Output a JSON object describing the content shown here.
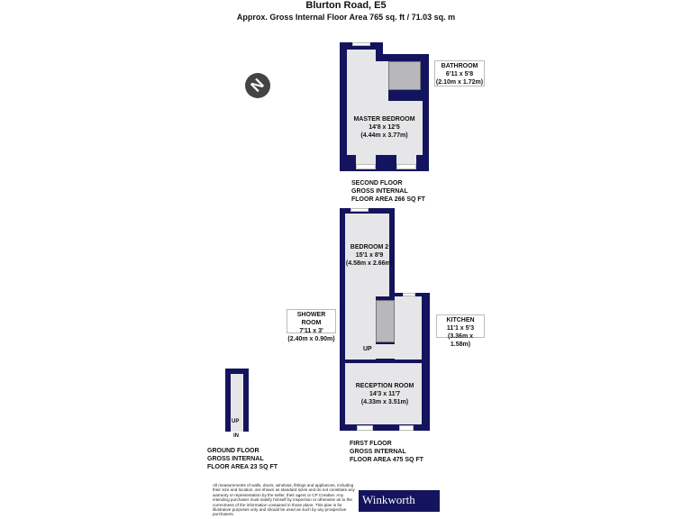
{
  "header": {
    "title": "Blurton Road, E5",
    "subtitle": "Approx. Gross Internal Floor Area 765 sq. ft / 71.03 sq. m"
  },
  "compass": {
    "icon": "north-compass-icon",
    "letter": "N"
  },
  "second_floor": {
    "label": [
      "SECOND FLOOR",
      "GROSS INTERNAL",
      "FLOOR AREA 266 SQ FT"
    ],
    "rooms": [
      {
        "name": "MASTER BEDROOM",
        "imperial": "14'8 x 12'5",
        "metric": "(4.44m x 3.77m)"
      },
      {
        "name": "BATHROOM",
        "imperial": "6'11 x 5'8",
        "metric": "(2.10m x 1.72m)"
      }
    ]
  },
  "first_floor": {
    "label": [
      "FIRST FLOOR",
      "GROSS INTERNAL",
      "FLOOR AREA 475 SQ FT"
    ],
    "rooms": [
      {
        "name": "BEDROOM 2",
        "imperial": "15'1 x 8'9",
        "metric": "(4.58m x 2.66m)"
      },
      {
        "name": "SHOWER ROOM",
        "imperial": "7'11 x 3'",
        "metric": "(2.40m x 0.90m)"
      },
      {
        "name": "KITCHEN",
        "imperial": "11'1 x 5'3",
        "metric": "(3.36m x 1.58m)"
      },
      {
        "name": "RECEPTION ROOM",
        "imperial": "14'3 x 11'7",
        "metric": "(4.33m x 3.51m)"
      }
    ],
    "stairs_label": "UP"
  },
  "ground_floor": {
    "label": [
      "GROUND FLOOR",
      "GROSS INTERNAL",
      "FLOOR AREA 23 SQ FT"
    ],
    "stairs_label": "UP",
    "entry_label": "IN"
  },
  "footer": {
    "disclaimer": "All measurements of walls, doors, windows, fittings and appliances, including their size and location, are shown as standard sizes and do not constitute any warranty or representation by the seller, their agent or CP Creative. Any intending purchaser must satisfy himself by inspection or otherwise as to the correctness of the information contained in those plans. This plan is for illustrative purposes only and should be used as such by any prospective purchasers.",
    "brand": "Winkworth"
  },
  "colors": {
    "walls": "#14145e",
    "floor": "#e6e6e8",
    "brand": "#14145e"
  }
}
